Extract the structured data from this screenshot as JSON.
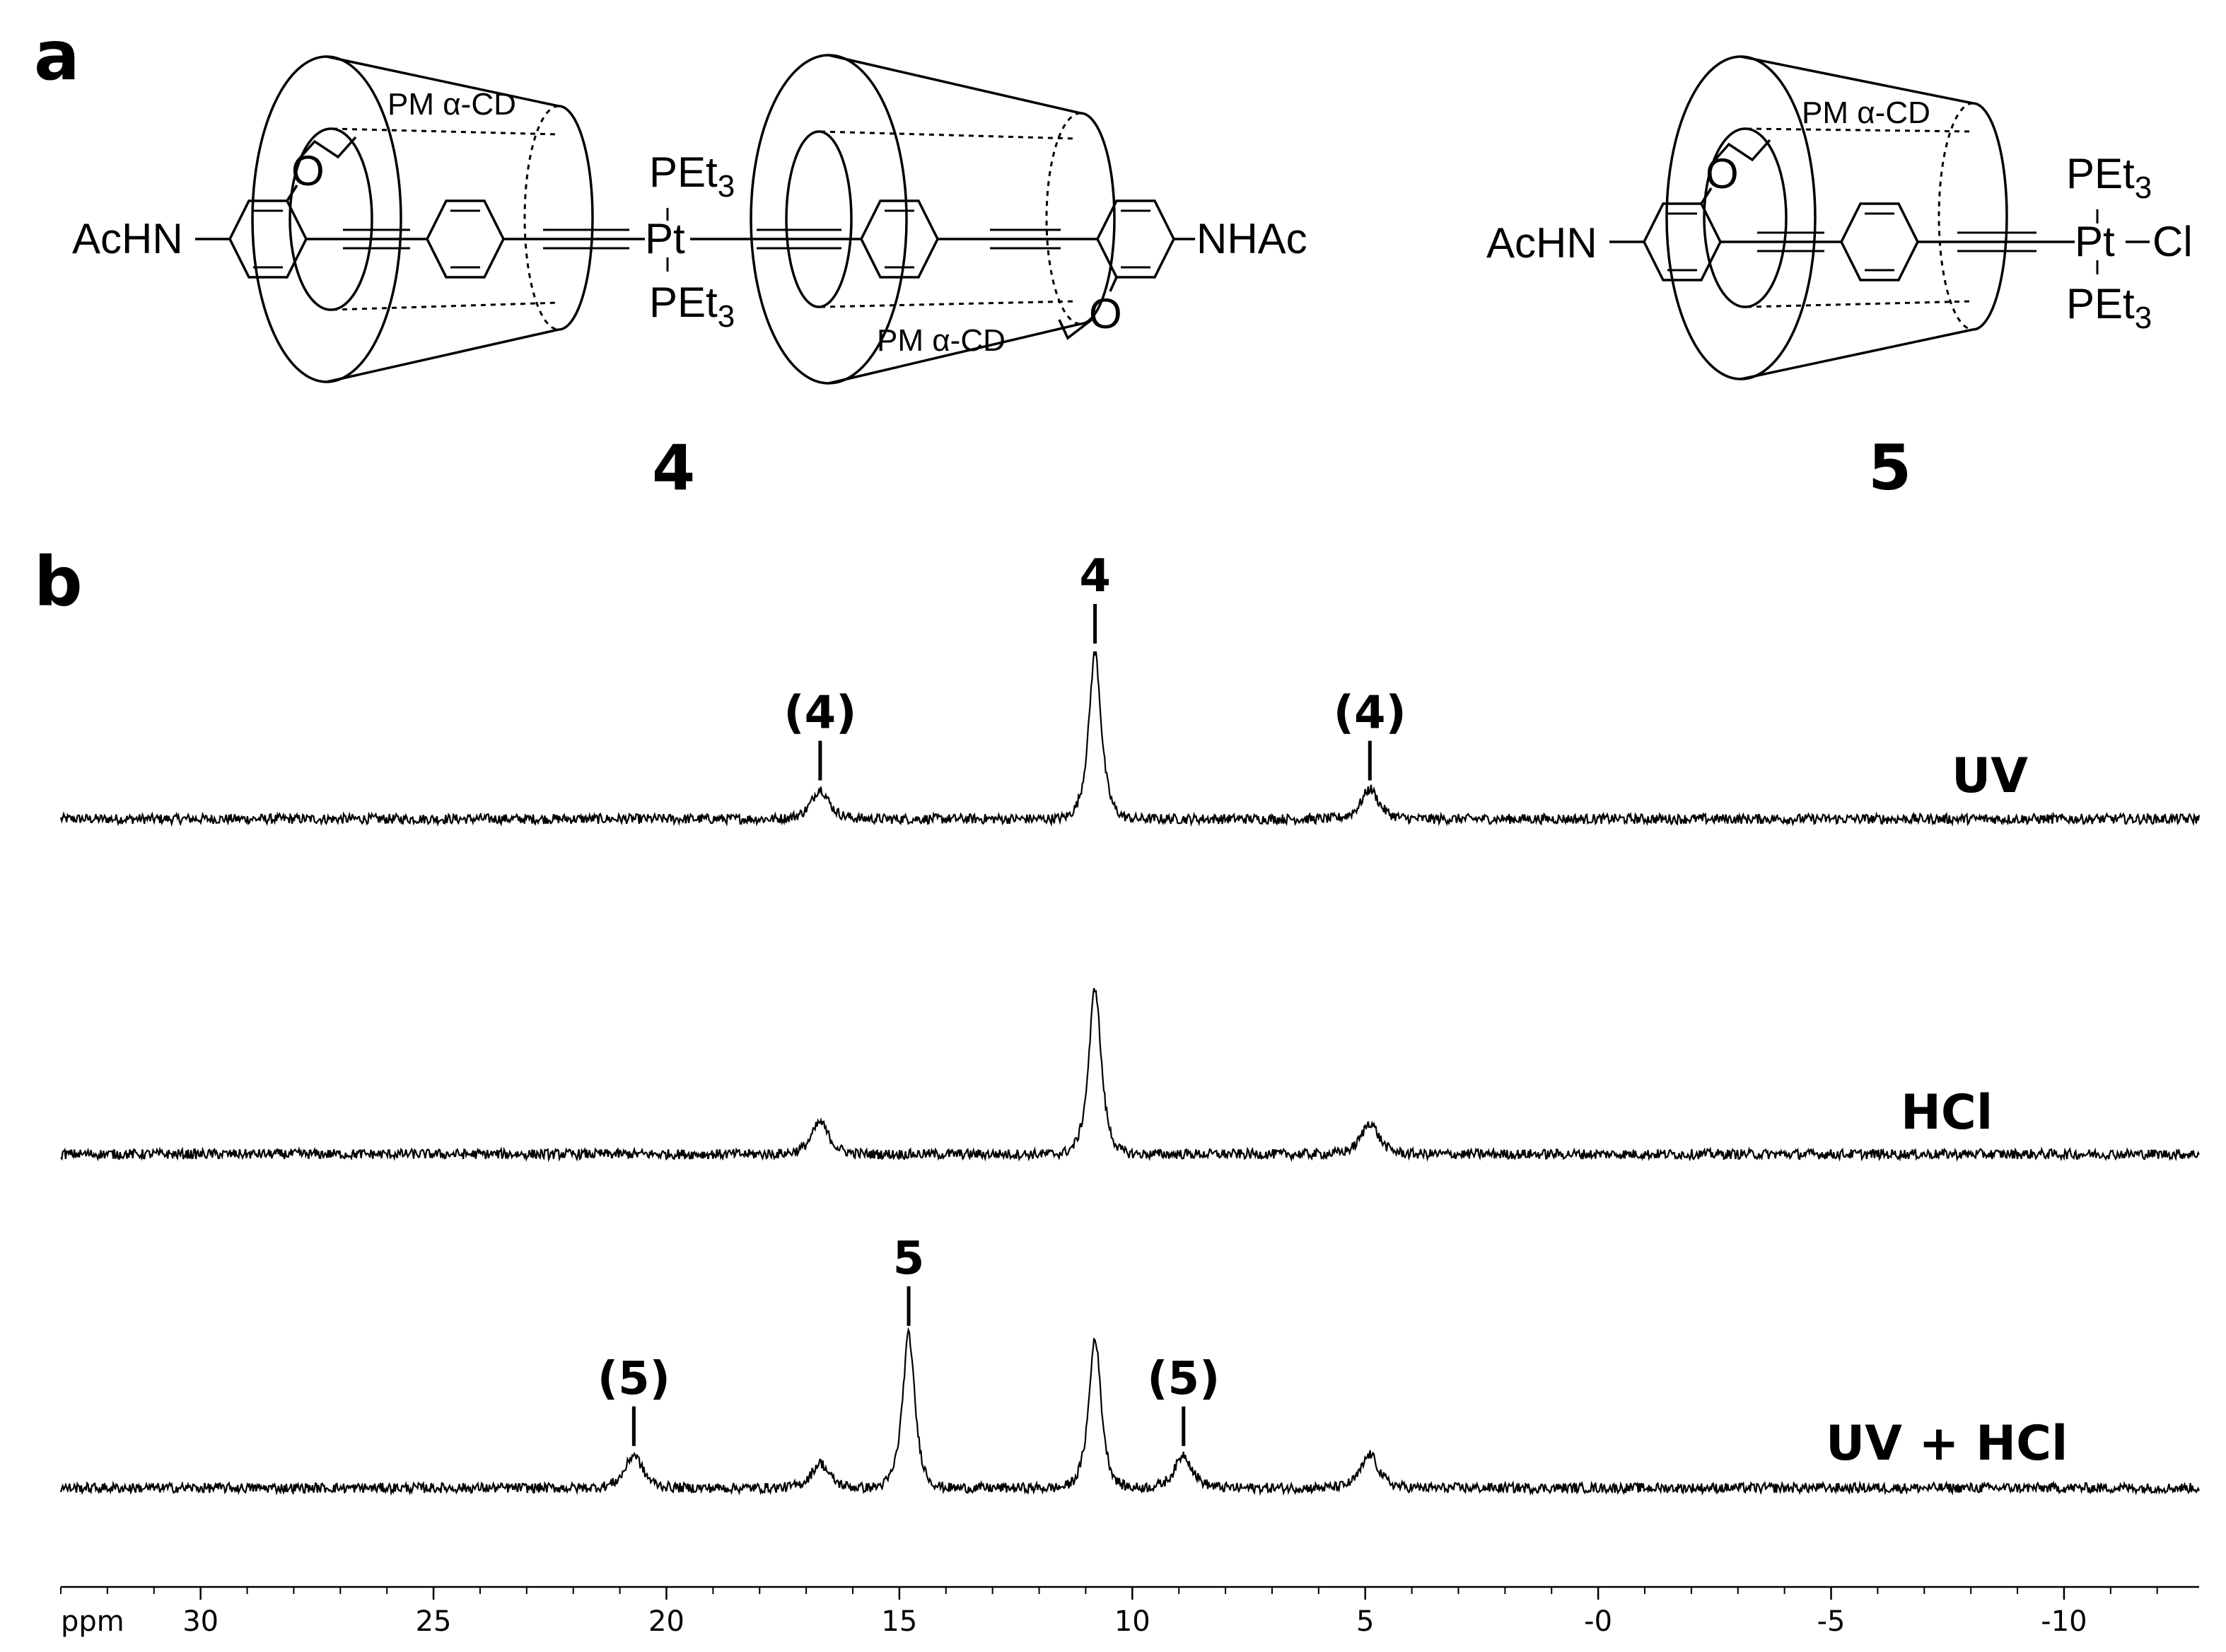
{
  "panels": {
    "a": "a",
    "b": "b"
  },
  "structure_a": {
    "compound4": {
      "number": "4",
      "left_group": "AcHN",
      "right_group": "NHAc",
      "metal": "Pt",
      "ligand_top": "PEt",
      "ligand_bottom": "PEt",
      "subscript": "3",
      "oxygen_left": "O",
      "oxygen_right": "O",
      "cd_left": "PM α-CD",
      "cd_right": "PM α-CD"
    },
    "compound5": {
      "number": "5",
      "left_group": "AcHN",
      "metal": "Pt",
      "chloride": "Cl",
      "ligand_top": "PEt",
      "ligand_bottom": "PEt",
      "subscript": "3",
      "oxygen": "O",
      "cd": "PM α-CD"
    }
  },
  "chart_data": {
    "type": "line",
    "title": "",
    "xlabel": "ppm",
    "ylabel": "",
    "x_reversed": true,
    "xlim": [
      33.0,
      -12.9
    ],
    "x_ticks": [
      30,
      25,
      20,
      15,
      10,
      5,
      0,
      -5,
      -10
    ],
    "x_tick_labels": [
      "30",
      "25",
      "20",
      "15",
      "10",
      "5",
      "-0",
      "-5",
      "-10"
    ],
    "y_axis_shown": false,
    "series": [
      {
        "name": "UV",
        "peaks": [
          {
            "x": 16.7,
            "height": 0.18,
            "width": 0.28
          },
          {
            "x": 10.8,
            "height": 1.0,
            "width": 0.2
          },
          {
            "x": 4.9,
            "height": 0.18,
            "width": 0.28
          }
        ],
        "noise": 0.03
      },
      {
        "name": "HCl",
        "peaks": [
          {
            "x": 16.7,
            "height": 0.19,
            "width": 0.28
          },
          {
            "x": 10.8,
            "height": 1.0,
            "width": 0.2
          },
          {
            "x": 4.9,
            "height": 0.19,
            "width": 0.28
          }
        ],
        "noise": 0.03
      },
      {
        "name": "UV + HCl",
        "peaks": [
          {
            "x": 20.7,
            "height": 0.2,
            "width": 0.28
          },
          {
            "x": 16.7,
            "height": 0.15,
            "width": 0.28
          },
          {
            "x": 14.8,
            "height": 0.92,
            "width": 0.2
          },
          {
            "x": 10.8,
            "height": 0.9,
            "width": 0.2
          },
          {
            "x": 8.9,
            "height": 0.2,
            "width": 0.28
          },
          {
            "x": 4.9,
            "height": 0.2,
            "width": 0.28
          }
        ],
        "noise": 0.03
      }
    ],
    "annotations": [
      {
        "series": "UV",
        "x": 10.8,
        "text": "4"
      },
      {
        "series": "UV",
        "x": 16.7,
        "text": "(4)"
      },
      {
        "series": "UV",
        "x": 4.9,
        "text": "(4)"
      },
      {
        "series": "UV + HCl",
        "x": 14.8,
        "text": "5"
      },
      {
        "series": "UV + HCl",
        "x": 20.7,
        "text": "(5)"
      },
      {
        "series": "UV + HCl",
        "x": 8.9,
        "text": "(5)"
      }
    ]
  }
}
